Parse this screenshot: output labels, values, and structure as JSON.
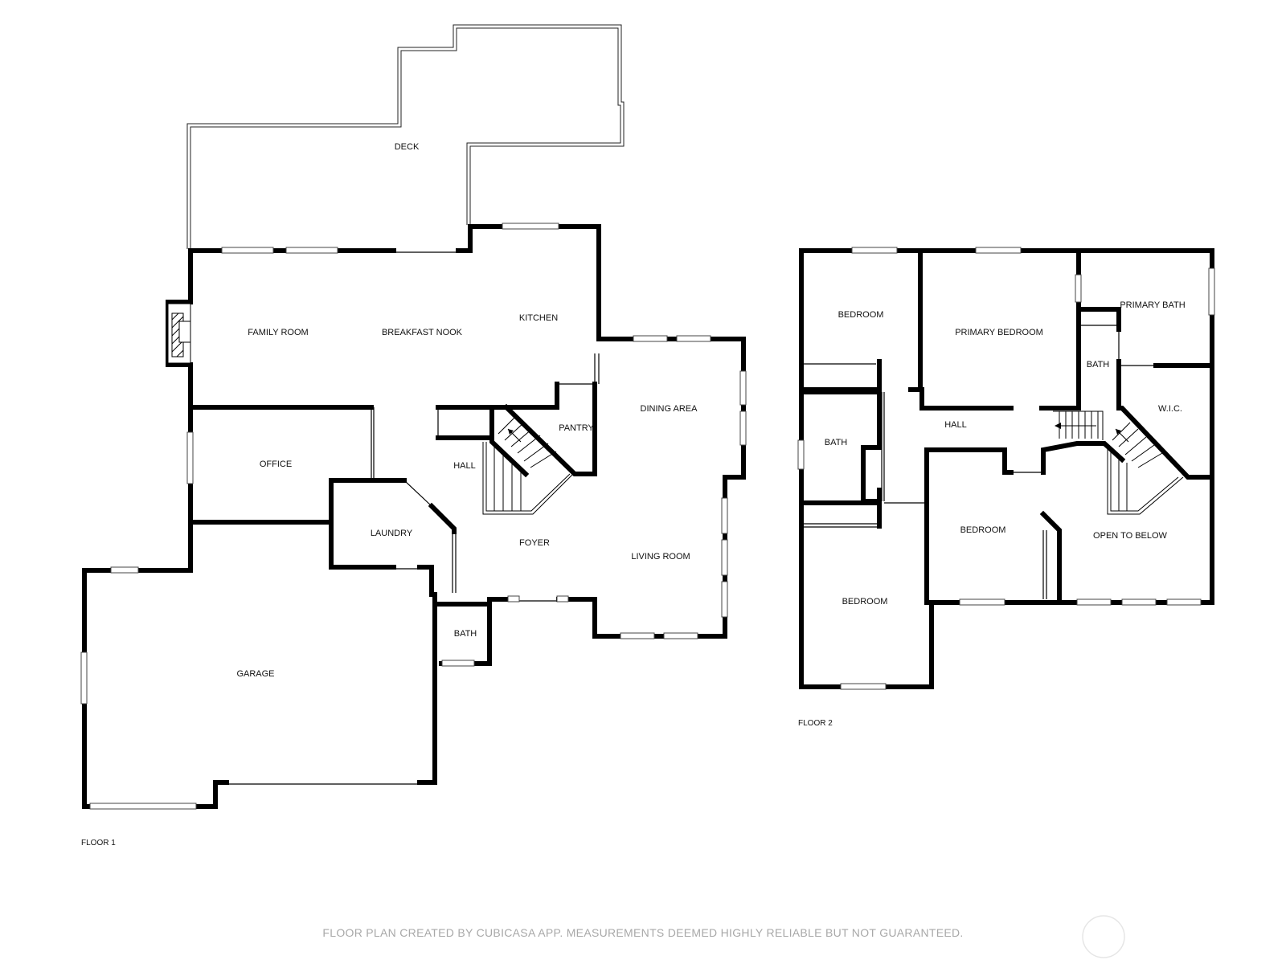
{
  "floor1": {
    "label": "FLOOR 1",
    "rooms": {
      "deck": "DECK",
      "family_room": "FAMILY ROOM",
      "breakfast_nook": "BREAKFAST NOOK",
      "kitchen": "KITCHEN",
      "dining_area": "DINING AREA",
      "office": "OFFICE",
      "hall": "HALL",
      "pantry": "PANTRY",
      "laundry": "LAUNDRY",
      "foyer": "FOYER",
      "living_room": "LIVING ROOM",
      "bath": "BATH",
      "garage": "GARAGE"
    }
  },
  "floor2": {
    "label": "FLOOR 2",
    "rooms": {
      "bedroom_nw": "BEDROOM",
      "primary_bedroom": "PRIMARY BEDROOM",
      "primary_bath": "PRIMARY BATH",
      "bath_inner": "BATH",
      "wic": "W.I.C.",
      "hall": "HALL",
      "bath_west": "BATH",
      "bedroom_center": "BEDROOM",
      "open_to_below": "OPEN TO BELOW",
      "bedroom_sw": "BEDROOM"
    }
  },
  "footer": {
    "credit": "FLOOR PLAN CREATED BY CUBICASA APP. MEASUREMENTS DEEMED HIGHLY RELIABLE BUT NOT GUARANTEED."
  }
}
